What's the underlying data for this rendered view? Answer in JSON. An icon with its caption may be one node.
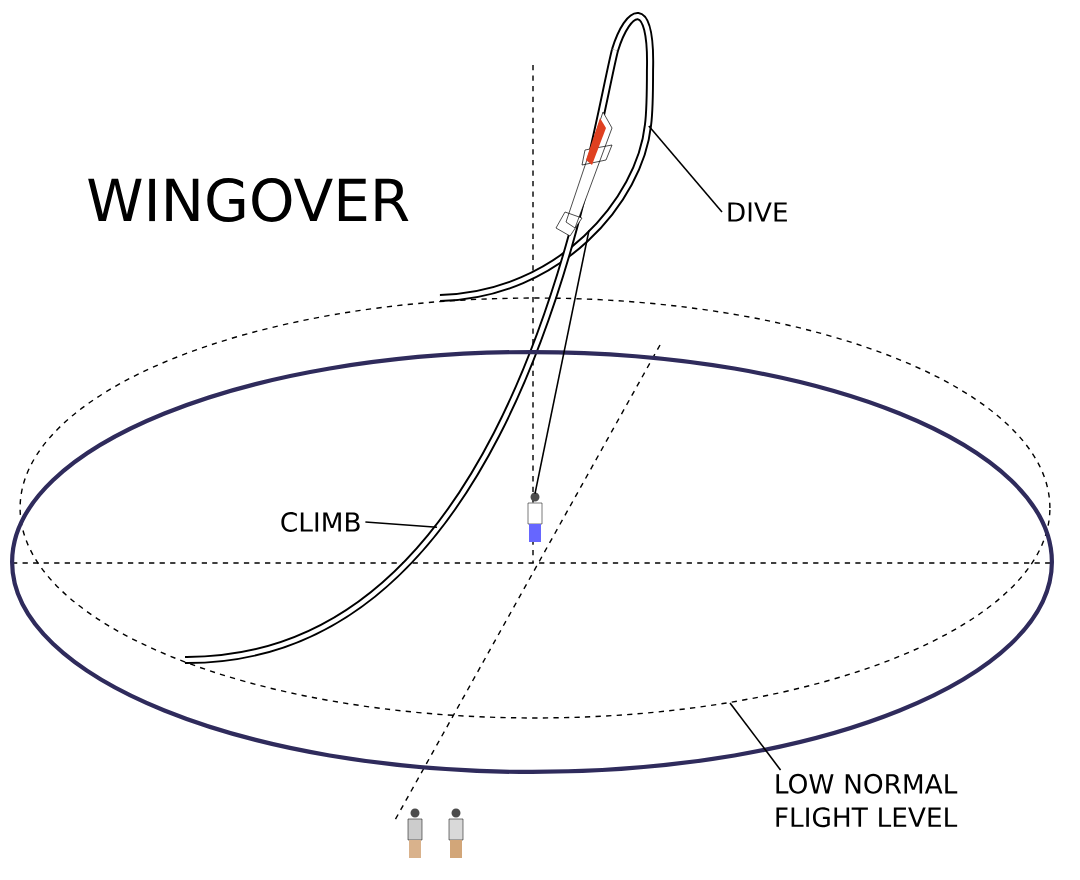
{
  "diagram": {
    "title": "WINGOVER",
    "nodes": [
      {
        "text": [
          "DIVE"
        ]
      },
      {
        "text": [],
        "shape": "line"
      },
      {
        "text": [
          "CLIMB"
        ]
      },
      {
        "text": [],
        "shape": "line"
      },
      {
        "text": [
          "LOW NORMAL FLIGHT LEVEL"
        ]
      },
      {
        "text": [],
        "shape": "ellipse"
      },
      {
        "text": [],
        "shape": "ellipse"
      },
      {
        "text": [],
        "shape": "picture"
      },
      {
        "text": [],
        "shape": "person"
      }
    ],
    "edges": [
      {
        "from": 0,
        "to": 1,
        "arrow": "none"
      },
      {
        "from": 2,
        "to": 3,
        "arrow": "none"
      },
      {
        "from": 4,
        "to": 5,
        "arrow": "none"
      },
      {
        "from": 8,
        "to": 7,
        "arrow": "none"
      }
    ]
  }
}
